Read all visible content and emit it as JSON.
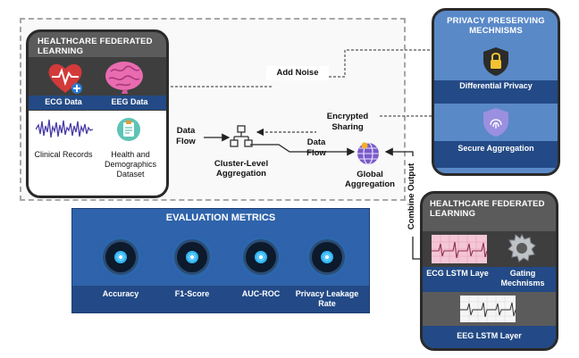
{
  "fl_panel": {
    "title": "HEALTHCARE FEDERATED LEARNING",
    "items": {
      "ecg": "ECG Data",
      "eeg": "EEG Data",
      "clinical": "Clinical Records",
      "health": "Health and Demographics Dataset"
    }
  },
  "privacy_panel": {
    "title": "PRIVACY PRESERVING MECHNISMS",
    "items": [
      "Differential Privacy",
      "Secure Aggregation"
    ]
  },
  "flow": {
    "add_noise": "Add Noise",
    "data_flow_1": "Data Flow",
    "data_flow_2": "Data Flow",
    "encrypted_sharing": "Encrypted Sharing",
    "combine_output": "Combine Output"
  },
  "nodes": {
    "cluster": "Cluster-Level Aggregation",
    "global": "Global Aggregation"
  },
  "metrics": {
    "title": "EVALUATION METRICS",
    "items": [
      "Accuracy",
      "F1-Score",
      "AUC-ROC",
      "Privacy Leakage Rate"
    ]
  },
  "fl_panel_2": {
    "title": "HEALTHCARE FEDERATED LEARNING",
    "items": {
      "ecg_lstm": "ECG LSTM Laye",
      "gating": "Gating Mechnisms",
      "eeg_lstm": "EEG LSTM Layer"
    }
  },
  "colors": {
    "panel_dark": "#5b5b5b",
    "blue_bar": "#234a86",
    "privacy_blue": "#4e7fc0",
    "metrics_blue": "#2f63ab"
  }
}
